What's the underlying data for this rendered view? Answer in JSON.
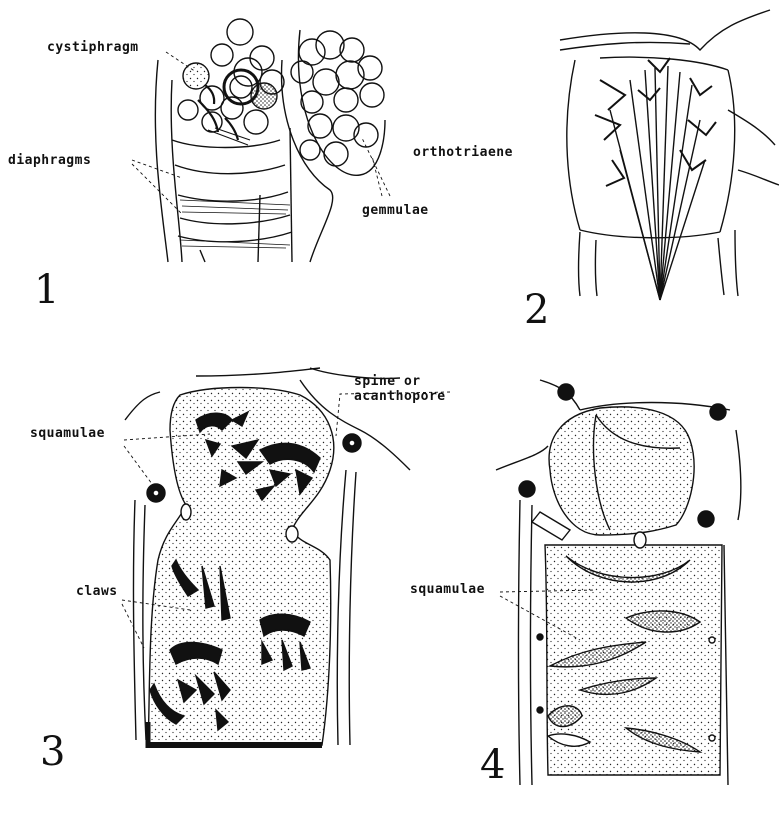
{
  "panels": [
    {
      "number": "1",
      "labels": {
        "cystiphragm": "cystiphragm",
        "diaphragms": "diaphragms",
        "gemmulae": "gemmulae"
      }
    },
    {
      "number": "2",
      "labels": {
        "orthotriaene": "orthotriaene"
      }
    },
    {
      "number": "3",
      "labels": {
        "spine_line1": "spine or",
        "spine_line2": "acanthopore",
        "squamulae": "squamulae",
        "claws": "claws"
      }
    },
    {
      "number": "4",
      "labels": {
        "squamulae": "squamulae"
      }
    }
  ],
  "colors": {
    "ink": "#111111",
    "paper": "#ffffff"
  }
}
